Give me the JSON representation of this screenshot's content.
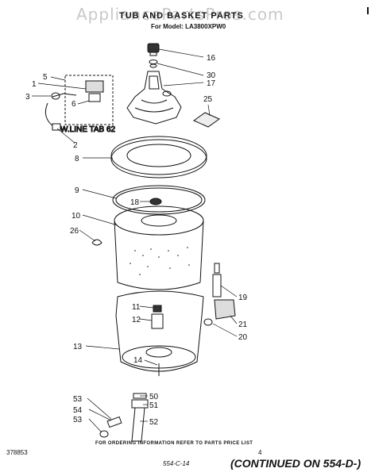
{
  "watermark": "AppliancePartsPros.com",
  "title": "TUB AND BASKET PARTS",
  "subtitle": "For Model: LA3800XPW0",
  "small_label": "W.LINE TAB 62",
  "callouts": [
    {
      "id": "16",
      "label": "16"
    },
    {
      "id": "30",
      "label": "30"
    },
    {
      "id": "17",
      "label": "17"
    },
    {
      "id": "25",
      "label": "25"
    },
    {
      "id": "5",
      "label": "5"
    },
    {
      "id": "1",
      "label": "1"
    },
    {
      "id": "3",
      "label": "3"
    },
    {
      "id": "6",
      "label": "6"
    },
    {
      "id": "2",
      "label": "2"
    },
    {
      "id": "8",
      "label": "8"
    },
    {
      "id": "9",
      "label": "9"
    },
    {
      "id": "18",
      "label": "18"
    },
    {
      "id": "10",
      "label": "10"
    },
    {
      "id": "26",
      "label": "26"
    },
    {
      "id": "19",
      "label": "19"
    },
    {
      "id": "11",
      "label": "11"
    },
    {
      "id": "12",
      "label": "12"
    },
    {
      "id": "21",
      "label": "21"
    },
    {
      "id": "20",
      "label": "20"
    },
    {
      "id": "13",
      "label": "13"
    },
    {
      "id": "14",
      "label": "14"
    },
    {
      "id": "53a",
      "label": "53"
    },
    {
      "id": "54",
      "label": "54"
    },
    {
      "id": "53b",
      "label": "53"
    },
    {
      "id": "50",
      "label": "50"
    },
    {
      "id": "51",
      "label": "51"
    },
    {
      "id": "52",
      "label": "52"
    }
  ],
  "footer": {
    "code": "378853",
    "note": "FOR ORDERING INFORMATION REFER TO PARTS PRICE LIST",
    "page": "4",
    "handwritten_ref": "554-C-14",
    "continued": "(CONTINUED ON 554-D-)"
  }
}
